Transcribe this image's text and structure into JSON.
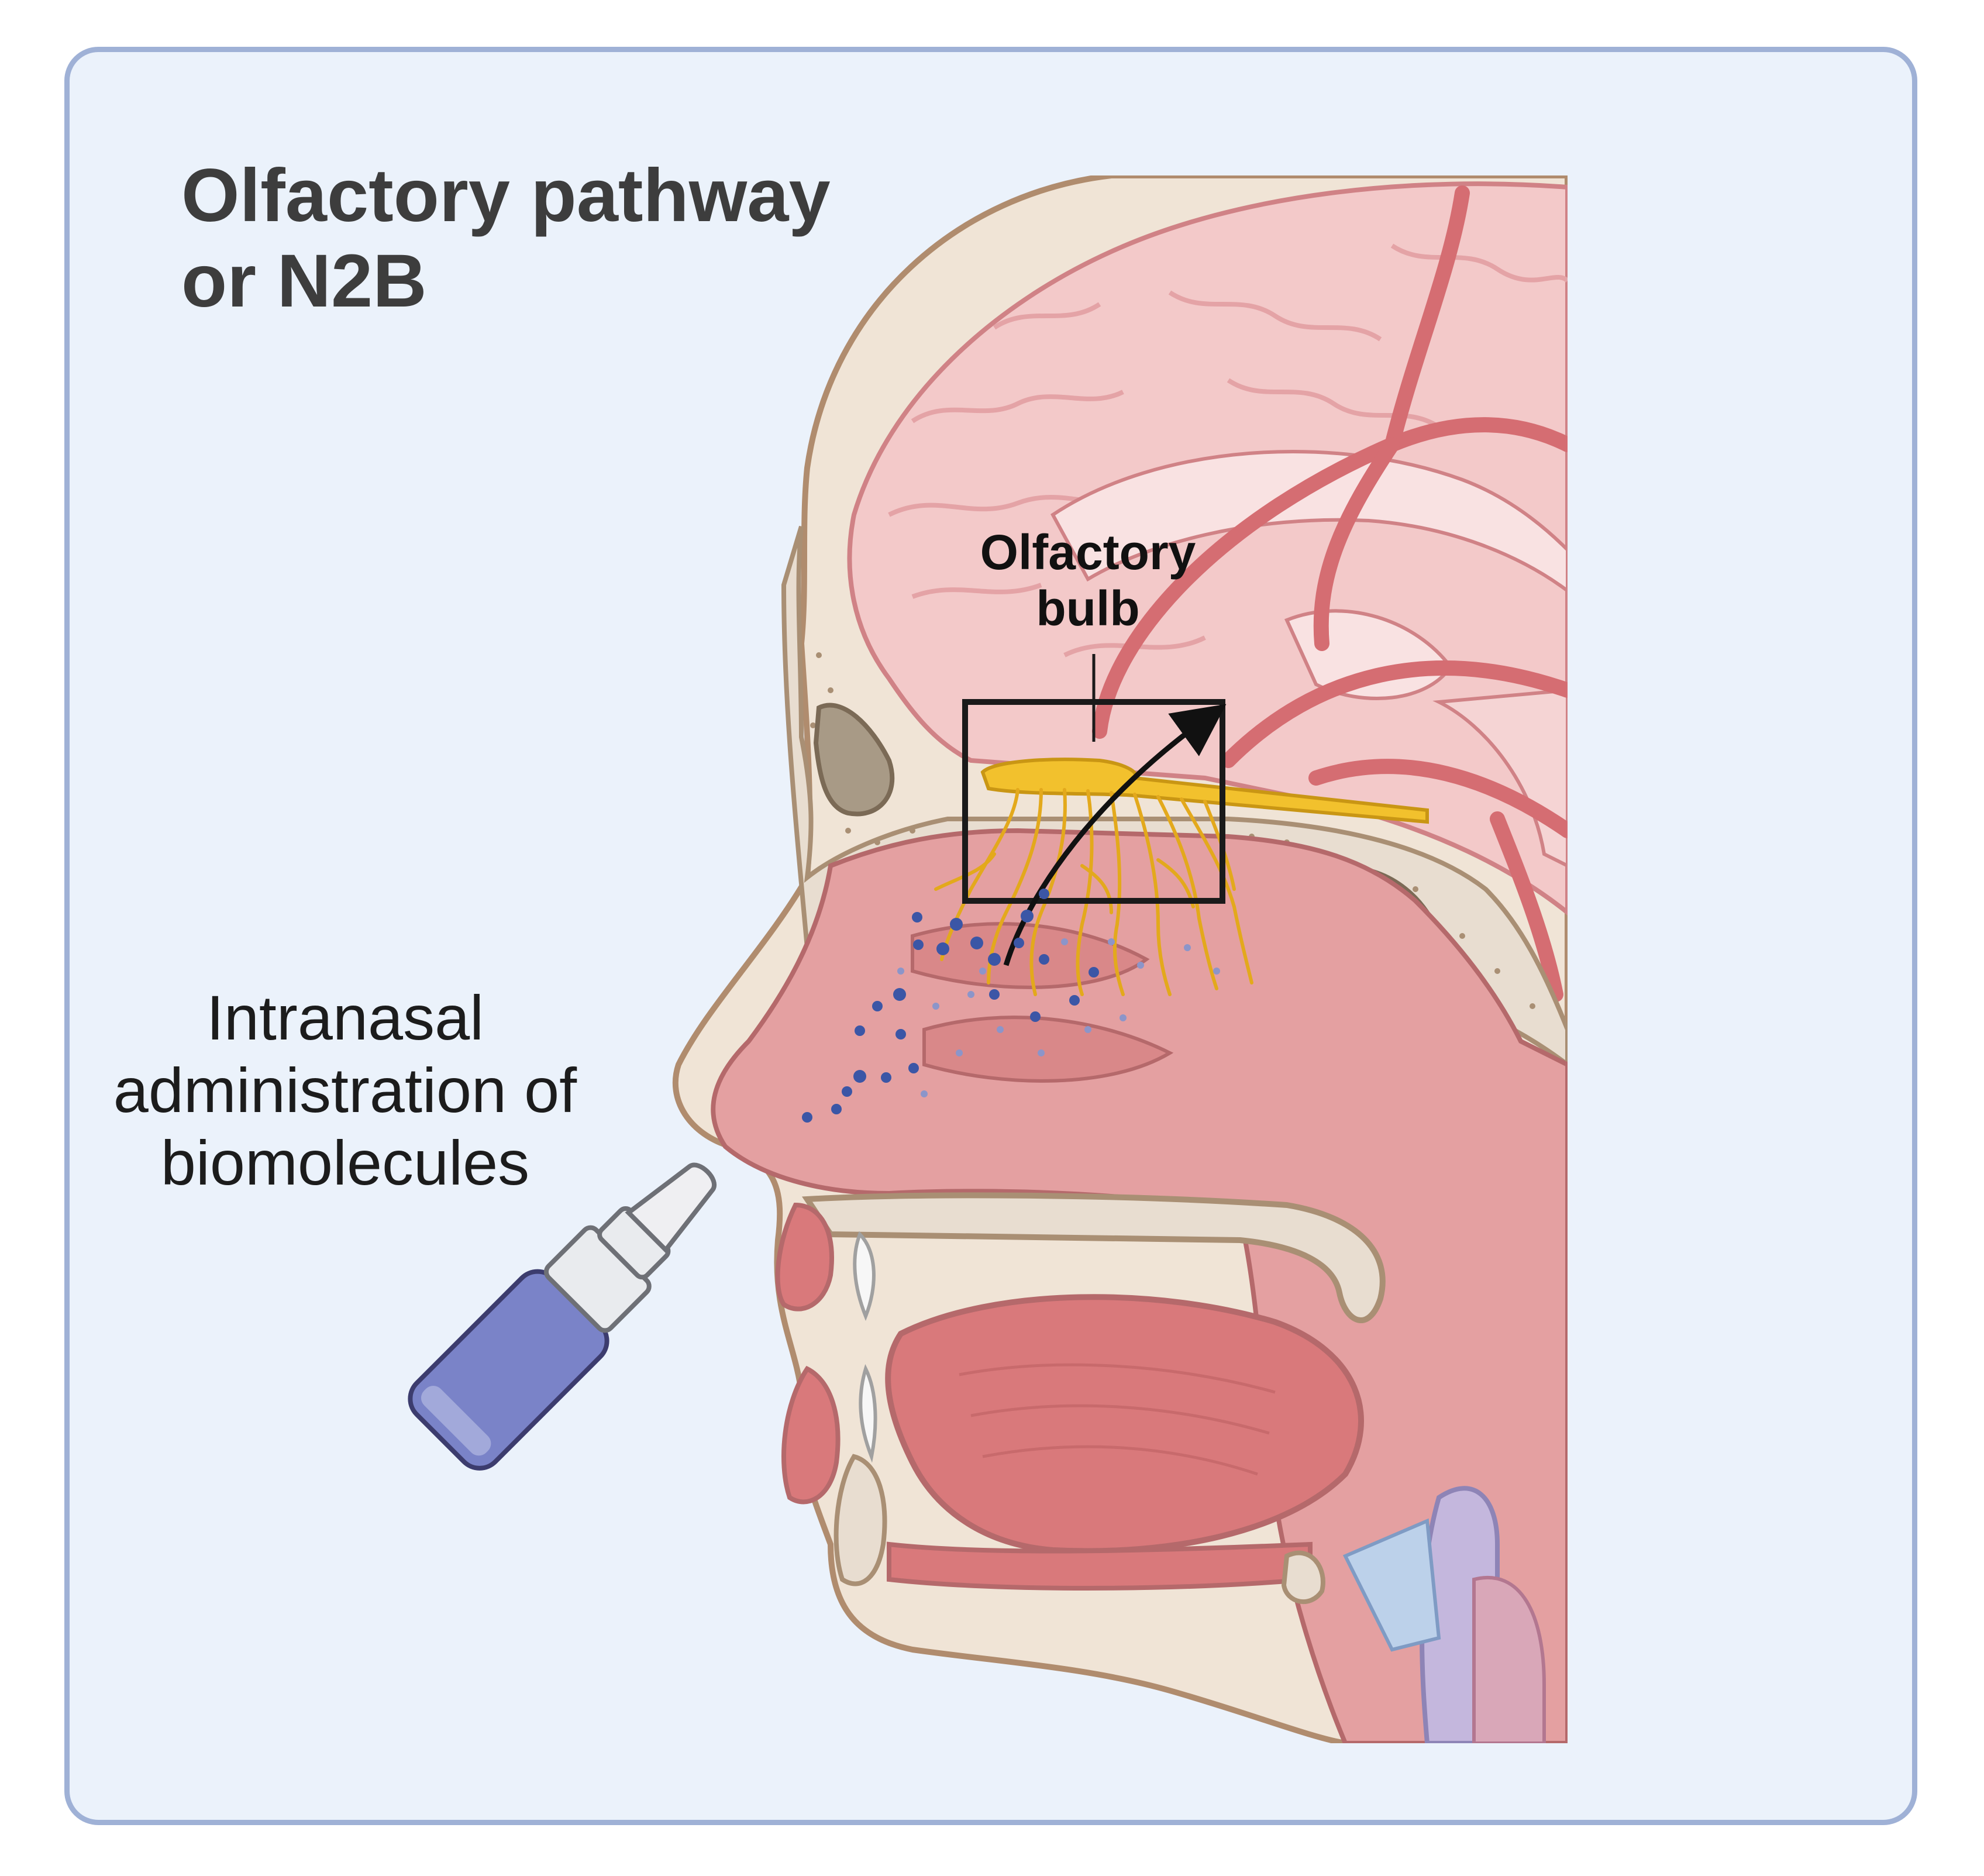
{
  "title": {
    "line1": "Olfactory pathway",
    "line2": "or N2B"
  },
  "label_bulb": {
    "line1": "Olfactory",
    "line2": "bulb"
  },
  "label_admin": {
    "line1": "Intranasal",
    "line2": "administration of",
    "line3": "biomolecules"
  },
  "colors": {
    "panel_background": "#ebf2fb",
    "panel_border": "#9fb1d6",
    "brain": "#f2c4c4",
    "brain_vessels": "#d76e72",
    "skull_bone": "#e8ddd0",
    "sinus": "#a89a86",
    "nasal_cavity": "#e0999a",
    "olfactory_nerve": "#f0bd2c",
    "molecules": "#3b56a6",
    "spray_bottle": "#7a83c8",
    "highlight_box": "#1a1a1a"
  },
  "icons": [
    "brain-illustration",
    "skull-bone",
    "olfactory-bulb",
    "olfactory-nerve-fibers",
    "biomolecule-dots",
    "nasal-spray-bottle",
    "pathway-arrow"
  ]
}
